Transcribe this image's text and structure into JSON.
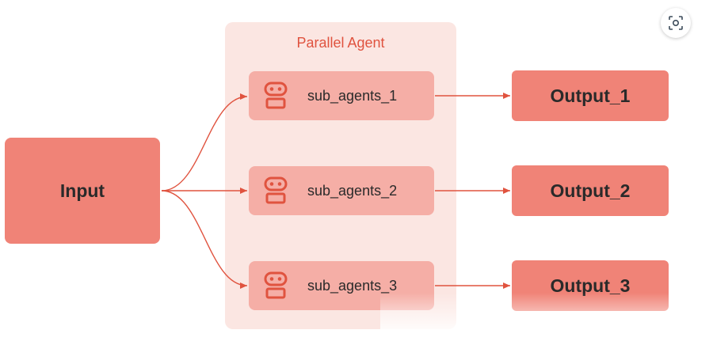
{
  "diagram": {
    "container_title": "Parallel Agent",
    "input_label": "Input",
    "sub_agents": [
      {
        "label": "sub_agents_1",
        "icon": "robot-icon"
      },
      {
        "label": "sub_agents_2",
        "icon": "robot-icon"
      },
      {
        "label": "sub_agents_3",
        "icon": "robot-icon"
      }
    ],
    "outputs": [
      {
        "label": "Output_1"
      },
      {
        "label": "Output_2"
      },
      {
        "label": "Output_3"
      }
    ]
  },
  "toolbar": {
    "scan_icon": "scan-icon"
  },
  "colors": {
    "container_bg": "#fbe6e2",
    "node_fill": "#f08377",
    "sub_agent_fill": "#f5aea6",
    "accent": "#e0533f",
    "text": "#2a2a2a"
  }
}
